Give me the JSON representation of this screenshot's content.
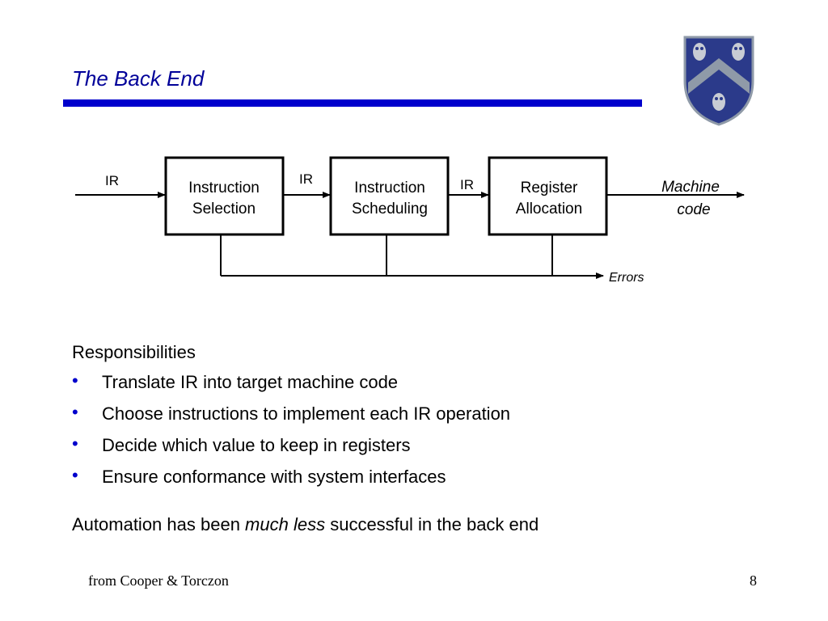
{
  "slide": {
    "title": "The Back End",
    "footer_source": "from Cooper & Torczon",
    "page_number": "8"
  },
  "colors": {
    "title": "#000099",
    "rule": "#0000cc",
    "bullet": "#0000cc",
    "crest_blue": "#2b3a8a",
    "crest_gray": "#8f9aa8"
  },
  "crest": {
    "icon": "owl-shield-crest"
  },
  "diagram": {
    "input_label": "IR",
    "boxes": [
      {
        "line1": "Instruction",
        "line2": "Selection"
      },
      {
        "line1": "Instruction",
        "line2": "Scheduling"
      },
      {
        "line1": "Register",
        "line2": "Allocation"
      }
    ],
    "between_labels": [
      "IR",
      "IR"
    ],
    "output_label": {
      "line1": "Machine",
      "line2": "code"
    },
    "errors_label": "Errors"
  },
  "content": {
    "heading": "Responsibilities",
    "bullets": [
      "Translate IR into target machine code",
      "Choose instructions to implement each IR operation",
      "Decide which value to keep in registers",
      "Ensure conformance with system interfaces"
    ],
    "automation": {
      "before": "Automation has been ",
      "emphasis": "much less",
      "after": " successful in the back end"
    }
  }
}
